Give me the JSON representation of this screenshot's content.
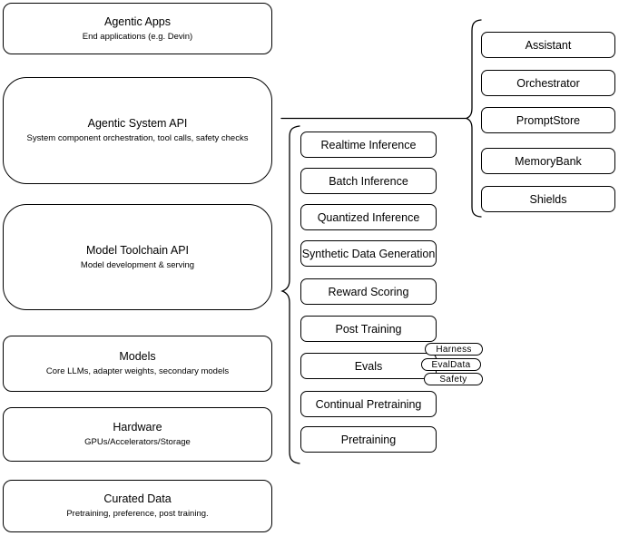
{
  "colors": {
    "stroke": "#000000",
    "fill": "#ffffff",
    "background": "#ffffff",
    "text": "#000000"
  },
  "stack": [
    {
      "title": "Agentic Apps",
      "subtitle": "End applications (e.g. Devin)"
    },
    {
      "title": "Agentic System API",
      "subtitle": "System component orchestration, tool calls, safety checks"
    },
    {
      "title": "Model Toolchain API",
      "subtitle": "Model development & serving"
    },
    {
      "title": "Models",
      "subtitle": "Core LLMs, adapter weights, secondary models"
    },
    {
      "title": "Hardware",
      "subtitle": "GPUs/Accelerators/Storage"
    },
    {
      "title": "Curated Data",
      "subtitle": "Pretraining, preference, post training."
    }
  ],
  "toolchain": {
    "items": [
      "Realtime Inference",
      "Batch Inference",
      "Quantized Inference",
      "Synthetic Data Generation",
      "Reward Scoring",
      "Post Training",
      "Evals",
      "Continual Pretraining",
      "Pretraining"
    ],
    "evals_tags": [
      "Harness",
      "EvalData",
      "Safety"
    ]
  },
  "system": {
    "items": [
      "Assistant",
      "Orchestrator",
      "PromptStore",
      "MemoryBank",
      "Shields"
    ]
  }
}
